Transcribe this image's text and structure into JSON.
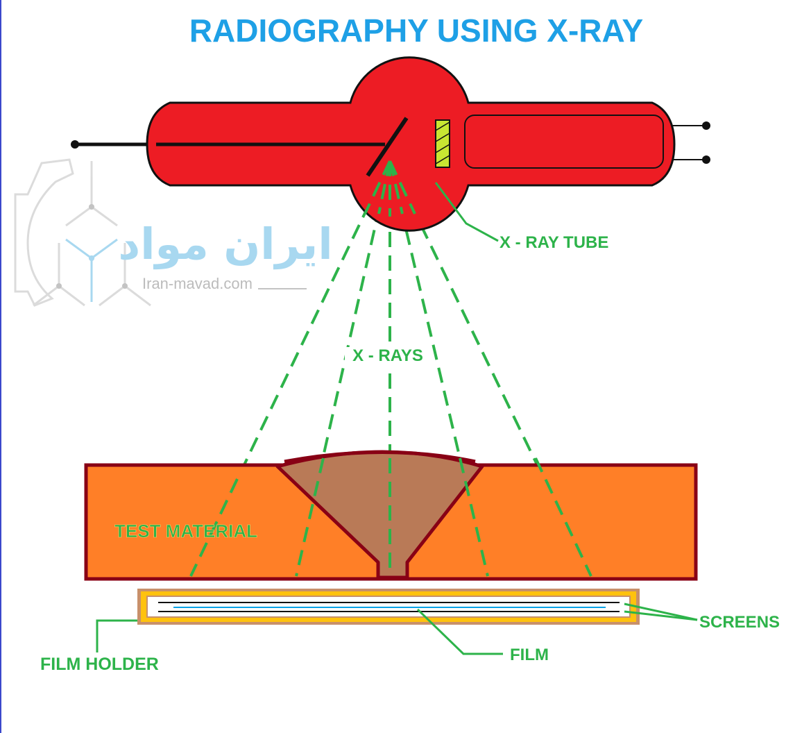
{
  "title": "RADIOGRAPHY USING X-RAY",
  "labels": {
    "xray_tube": "X - RAY TUBE",
    "xrays": "X - RAYS",
    "test_material": "TEST MATERIAL",
    "screens": "SCREENS",
    "film": "FILM",
    "film_holder": "FILM HOLDER"
  },
  "watermark": {
    "logo_text": "ایران مواد",
    "site": "Iran-mavad.com"
  },
  "colors": {
    "title": "#1ea0e6",
    "label": "#2db34a",
    "tube_body": "#ed1c24",
    "target": "#c8e632",
    "material": "#ff7f27",
    "material_border": "#880015",
    "weld": "#b97a57",
    "holder_outer": "#c8906a",
    "holder_inner": "#ffc20e",
    "screen_line": "#00a2e8",
    "rays": "#2db34a"
  }
}
